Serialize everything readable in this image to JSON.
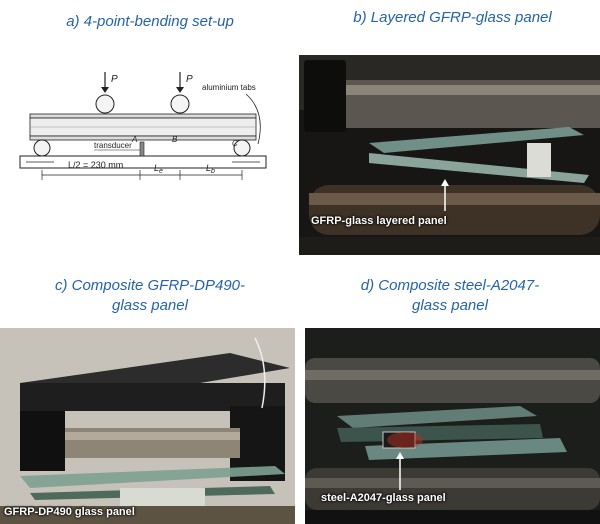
{
  "captions": {
    "a": "a) 4-point-bending set-up",
    "b": "b) Layered GFRP-glass panel",
    "c_line1": "c) Composite GFRP-DP490-",
    "c_line2": "glass panel",
    "d_line1": "d) Composite steel-A2047-",
    "d_line2": "glass panel"
  },
  "diagram": {
    "load_left": "P",
    "load_right": "P",
    "aluminium_tabs": "aluminium tabs",
    "transducer": "transducer",
    "half_span": "L/2 = 230 mm",
    "point_a": "A",
    "point_b": "B",
    "point_c": "C",
    "le_main": "L",
    "le_sub": "e",
    "lb_main": "L",
    "lb_sub": "b"
  },
  "photo_labels": {
    "b": "GFRP-glass layered panel",
    "c": "GFRP-DP490 glass panel",
    "d": "steel-A2047-glass panel"
  }
}
